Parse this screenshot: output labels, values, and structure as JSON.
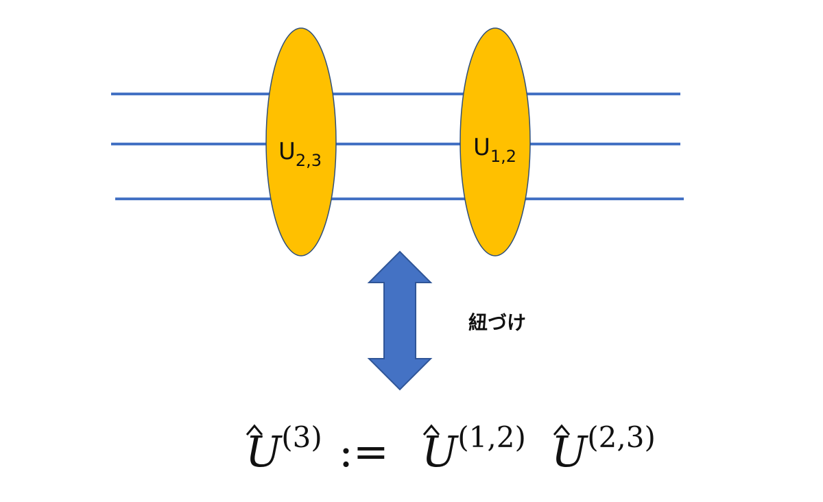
{
  "colors": {
    "wire": "#4472C4",
    "gate_fill": "#FFC000",
    "gate_stroke": "#2F4F7A",
    "arrow_fill": "#4472C4",
    "arrow_stroke": "#2F5597",
    "text": "#111111"
  },
  "wires": [
    {
      "id": "wire-1"
    },
    {
      "id": "wire-2"
    },
    {
      "id": "wire-3"
    }
  ],
  "gates": [
    {
      "id": "gate-u23",
      "letter": "U",
      "subscript": "2,3"
    },
    {
      "id": "gate-u12",
      "letter": "U",
      "subscript": "1,2"
    }
  ],
  "association": {
    "label": "紐づけ"
  },
  "formula": {
    "lhs_op": "U",
    "lhs_sup": "(3)",
    "assign": ":=",
    "rhs_op1": "U",
    "rhs_sup1": "(1,2)",
    "rhs_op2": "U",
    "rhs_sup2": "(2,3)"
  }
}
